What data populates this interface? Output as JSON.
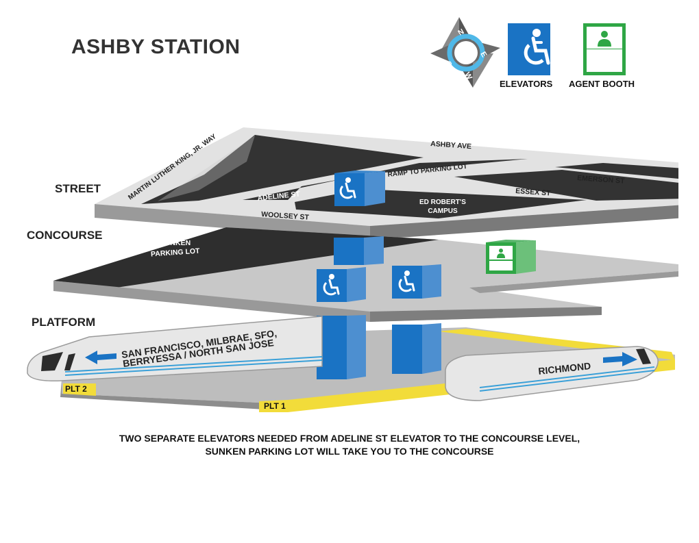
{
  "title": "ASHBY STATION",
  "compass": {
    "letters": [
      "N",
      "E",
      "S",
      "W"
    ]
  },
  "legend": [
    {
      "icon": "elevator-icon",
      "label": "ELEVATORS",
      "color": "#1a73c4"
    },
    {
      "icon": "agent-booth-icon",
      "label": "AGENT BOOTH",
      "color": "#2fa645"
    }
  ],
  "levels": {
    "street": "STREET",
    "concourse": "CONCOURSE",
    "platform": "PLATFORM"
  },
  "streets": {
    "mlk": "MARTIN LUTHER KING, JR. WAY",
    "ashby": "ASHBY AVE",
    "ramp": "RAMP TO PARKING LOT",
    "emerson": "EMERSON ST",
    "adeline": "ADELINE ST",
    "essex": "ESSEX ST",
    "woolsey": "WOOLSEY ST",
    "campus_line1": "ED ROBERT'S",
    "campus_line2": "CAMPUS"
  },
  "concourse": {
    "lot_line1": "SUNKEN",
    "lot_line2": "PARKING LOT"
  },
  "trains": {
    "southbound_line1": "SAN FRANCISCO, MILBRAE, SFO,",
    "southbound_line2": "BERRYESSA / NORTH SAN JOSE",
    "northbound": "RICHMOND"
  },
  "platforms": {
    "plt2": "PLT 2",
    "plt1": "PLT 1"
  },
  "note": {
    "line1": "TWO SEPARATE ELEVATORS NEEDED FROM ADELINE ST ELEVATOR TO THE CONCOURSE LEVEL,",
    "line2": "SUNKEN PARKING LOT WILL TAKE YOU TO THE CONCOURSE"
  },
  "colors": {
    "street_surface": "#e2e2e2",
    "street_edge": "#8f8f8f",
    "dark_area": "#333333",
    "concourse": "#c8c8c8",
    "platform": "#bdbdbd",
    "yellow_edge": "#f2dc3a",
    "elevator_blue": "#1a73c4",
    "booth_green": "#2fa645",
    "stripe": "#3aa0d8"
  }
}
